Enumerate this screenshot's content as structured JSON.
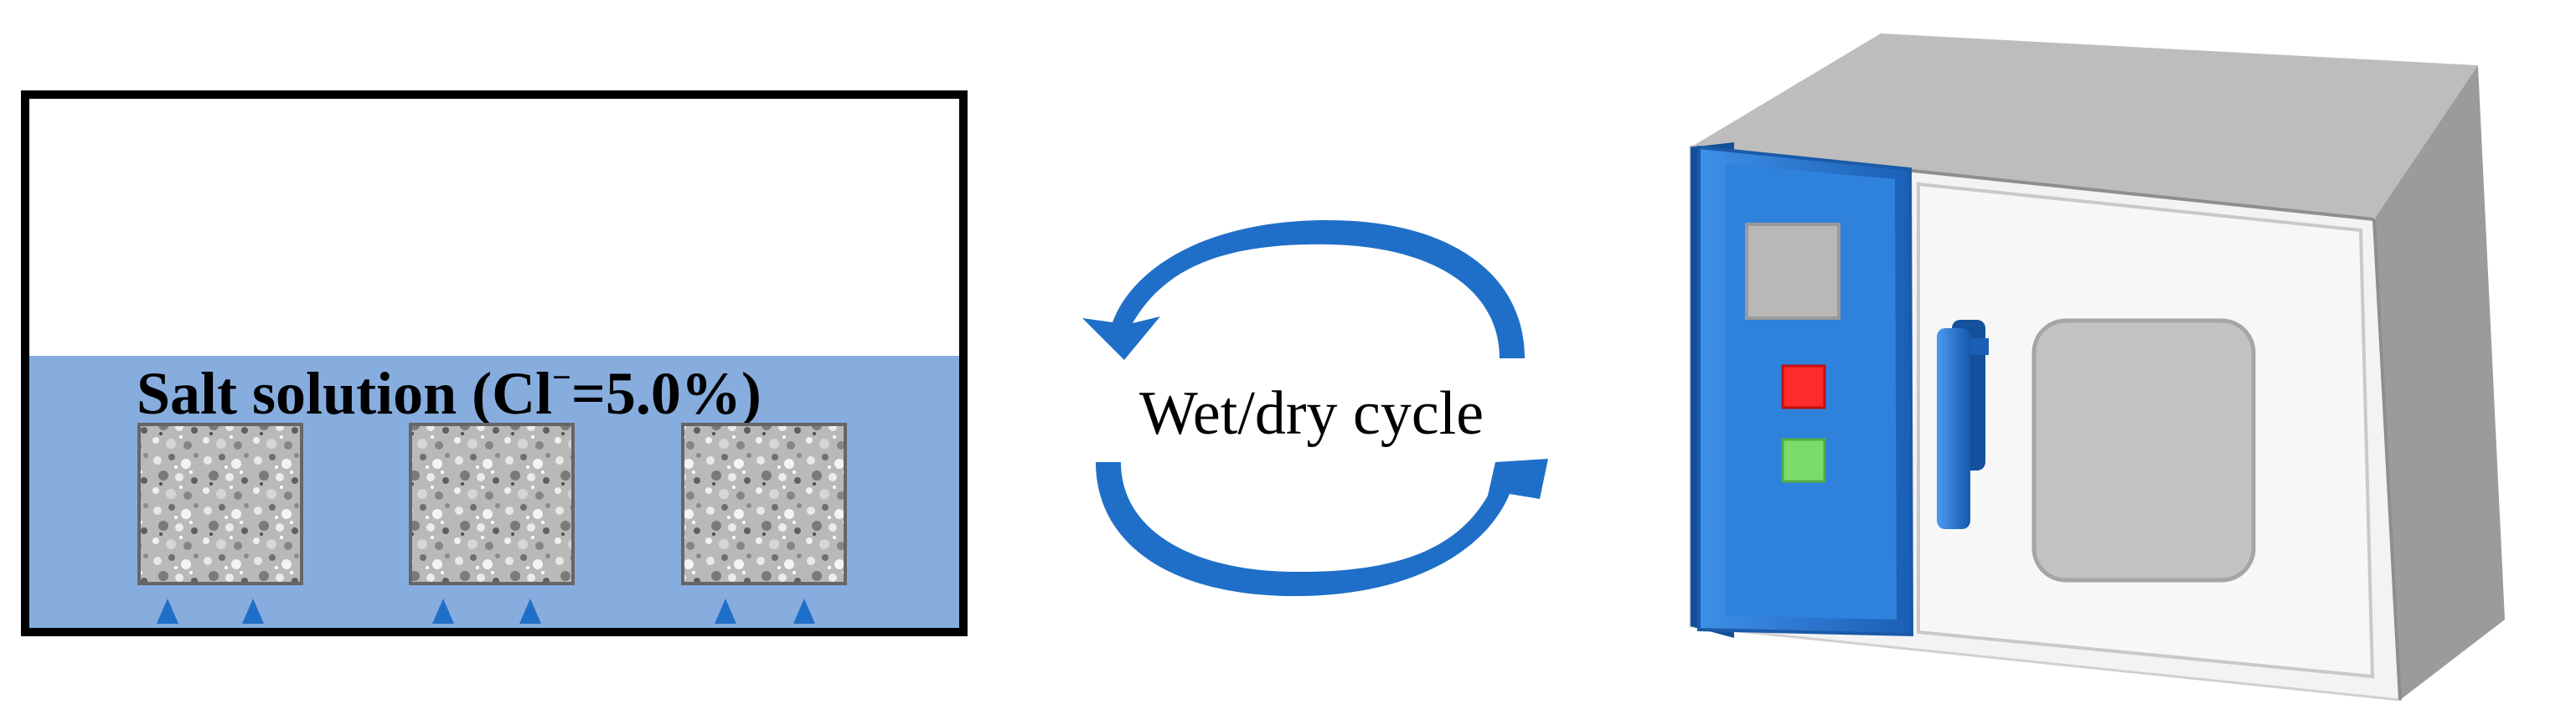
{
  "tank": {
    "label_main": "Salt solution (Cl",
    "label_sup": "−",
    "label_rest": "=5.0%)",
    "solution_color": "#86adde",
    "specimen_count": 3,
    "support_color": "#1f6fc8"
  },
  "cycle": {
    "label": "Wet/dry cycle",
    "arrow_color": "#1f6fc8"
  },
  "oven": {
    "panel_color": "#1e72d2",
    "body_color": "#f2f2f2",
    "top_color": "#bdbdbd",
    "side_color": "#9e9e9e",
    "indicator_colors": [
      "#ff2a2a",
      "#7bdc6a"
    ]
  }
}
